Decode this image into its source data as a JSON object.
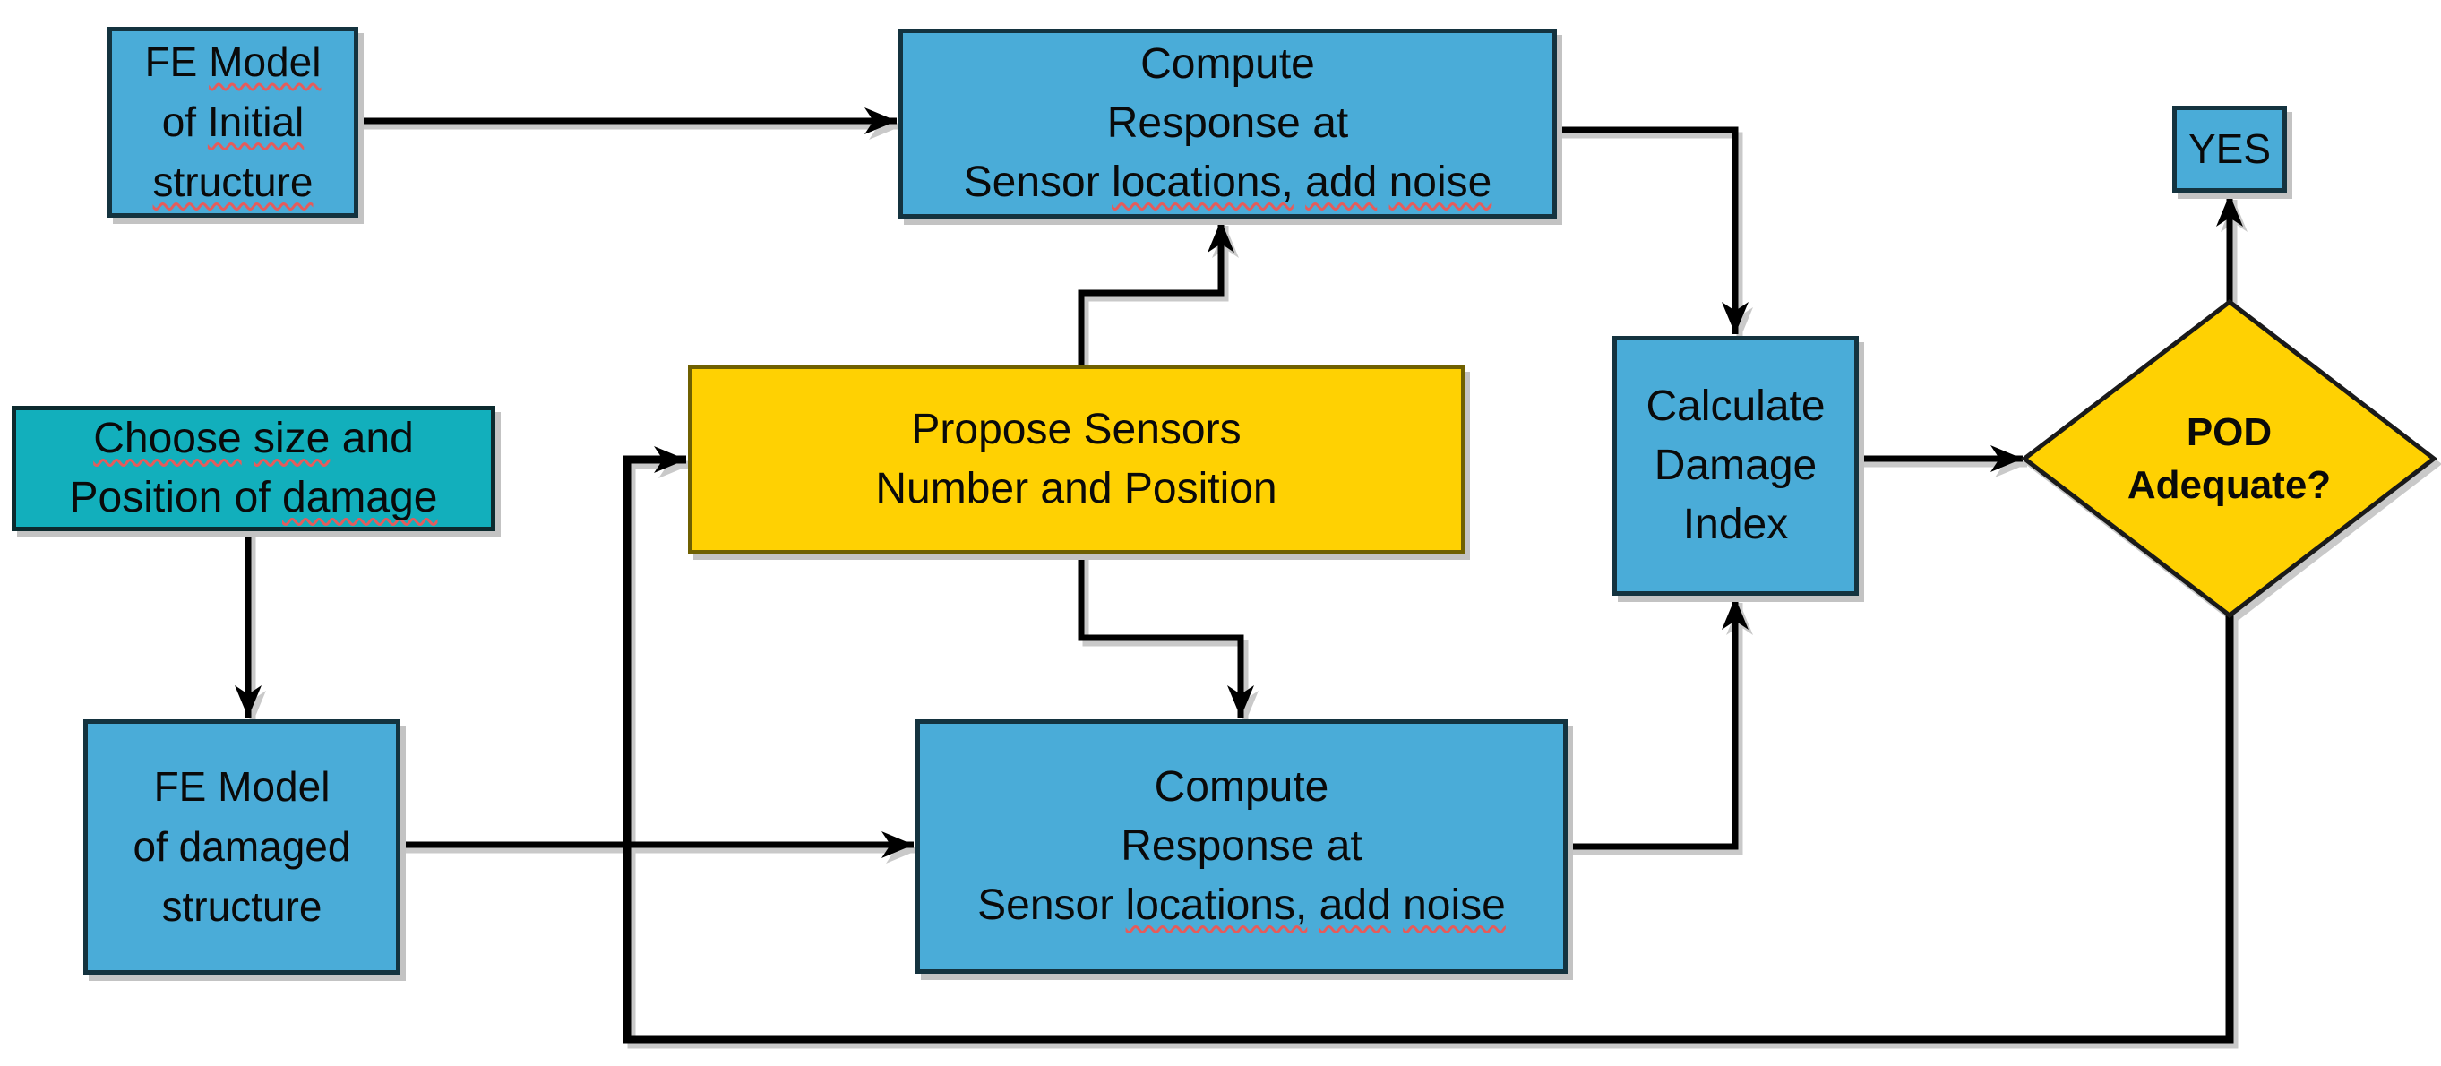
{
  "colors": {
    "process_fill": "#4AACD8",
    "process_border": "#14333F",
    "input_fill": "#12AFBC",
    "input_border": "#0C2A2E",
    "proposal_fill": "#FFD102",
    "proposal_border": "#6F6000",
    "decision_fill": "#FFD102",
    "decision_border": "#1A1A1A",
    "arrow": "#000000",
    "misspelling_underline": "#E45C5C",
    "shadow": "#C3C3C3",
    "text": "#0A0A0A",
    "background": "#FFFFFF"
  },
  "nodes": {
    "fe_initial": {
      "lines": [
        [
          {
            "text": "FE ",
            "misspelled": false
          },
          {
            "text": "Model",
            "misspelled": true
          }
        ],
        [
          {
            "text": "of ",
            "misspelled": false
          },
          {
            "text": "Initial",
            "misspelled": true
          }
        ],
        [
          {
            "text": "structure",
            "misspelled": true
          }
        ]
      ]
    },
    "compute_top": {
      "lines": [
        [
          {
            "text": "Compute",
            "misspelled": false
          }
        ],
        [
          {
            "text": "Response at",
            "misspelled": false
          }
        ],
        [
          {
            "text": "Sensor ",
            "misspelled": false
          },
          {
            "text": "locations,",
            "misspelled": true
          },
          {
            "text": " ",
            "misspelled": false
          },
          {
            "text": "add",
            "misspelled": true
          },
          {
            "text": " ",
            "misspelled": false
          },
          {
            "text": "noise",
            "misspelled": true
          }
        ]
      ]
    },
    "yes_label": {
      "lines": [
        [
          {
            "text": "YES",
            "misspelled": false
          }
        ]
      ]
    },
    "choose_damage": {
      "lines": [
        [
          {
            "text": "Choose",
            "misspelled": true
          },
          {
            "text": " ",
            "misspelled": false
          },
          {
            "text": "size",
            "misspelled": true
          },
          {
            "text": " and",
            "misspelled": false
          }
        ],
        [
          {
            "text": "Position of ",
            "misspelled": false
          },
          {
            "text": "damage",
            "misspelled": true
          }
        ]
      ]
    },
    "propose_sensors": {
      "lines": [
        [
          {
            "text": "Propose Sensors",
            "misspelled": false
          }
        ],
        [
          {
            "text": "Number and Position",
            "misspelled": false
          }
        ]
      ]
    },
    "calculate_damage": {
      "lines": [
        [
          {
            "text": "Calculate",
            "misspelled": false
          }
        ],
        [
          {
            "text": "Damage",
            "misspelled": false
          }
        ],
        [
          {
            "text": "Index",
            "misspelled": false
          }
        ]
      ]
    },
    "decision": {
      "lines": [
        [
          {
            "text": "POD",
            "misspelled": false
          }
        ],
        [
          {
            "text": "Adequate?",
            "misspelled": false
          }
        ]
      ]
    },
    "fe_damaged": {
      "lines": [
        [
          {
            "text": "FE Model",
            "misspelled": false
          }
        ],
        [
          {
            "text": "of damaged",
            "misspelled": false
          }
        ],
        [
          {
            "text": "structure",
            "misspelled": false
          }
        ]
      ]
    },
    "compute_bottom": {
      "lines": [
        [
          {
            "text": "Compute",
            "misspelled": false
          }
        ],
        [
          {
            "text": "Response at",
            "misspelled": false
          }
        ],
        [
          {
            "text": "Sensor ",
            "misspelled": false
          },
          {
            "text": "locations,",
            "misspelled": true
          },
          {
            "text": " ",
            "misspelled": false
          },
          {
            "text": "add",
            "misspelled": true
          },
          {
            "text": " ",
            "misspelled": false
          },
          {
            "text": "noise",
            "misspelled": true
          }
        ]
      ]
    }
  },
  "edges": [
    {
      "from": "fe-model-initial-structure",
      "to": "compute-response-top"
    },
    {
      "from": "compute-response-top",
      "to": "calculate-damage-index"
    },
    {
      "from": "propose-sensors",
      "to": "compute-response-top"
    },
    {
      "from": "propose-sensors",
      "to": "compute-response-bottom"
    },
    {
      "from": "choose-size-position-of-damage",
      "to": "fe-model-damaged-structure"
    },
    {
      "from": "fe-model-damaged-structure",
      "to": "compute-response-bottom"
    },
    {
      "from": "compute-response-bottom",
      "to": "calculate-damage-index"
    },
    {
      "from": "calculate-damage-index",
      "to": "pod-adequate-decision"
    },
    {
      "from": "pod-adequate-decision",
      "to": "yes-terminal"
    },
    {
      "from": "pod-adequate-decision",
      "to": "propose-sensors"
    }
  ]
}
